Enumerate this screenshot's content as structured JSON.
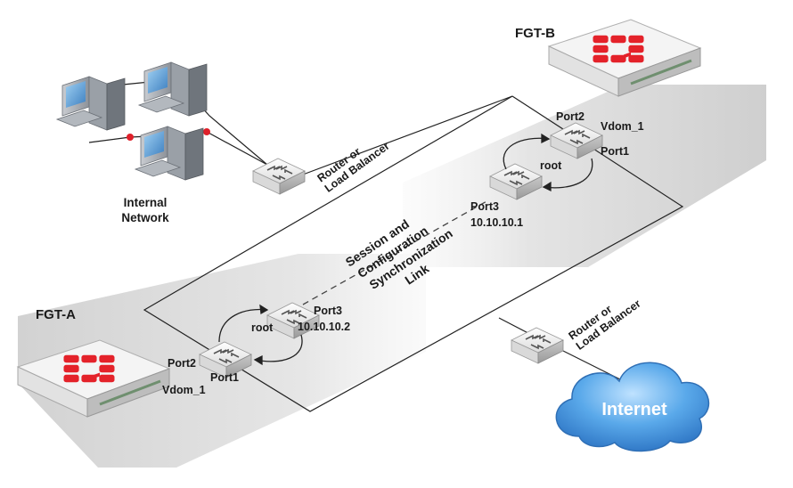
{
  "devices": {
    "fgt_a": {
      "name": "FGT-A"
    },
    "fgt_b": {
      "name": "FGT-B"
    }
  },
  "fgt_a_ports": {
    "port2": "Port2",
    "vdom": "Vdom_1",
    "port1": "Port1",
    "root": "root",
    "port3": "Port3",
    "ip": "10.10.10.2"
  },
  "fgt_b_ports": {
    "port2": "Port2",
    "vdom": "Vdom_1",
    "port1": "Port1",
    "root": "root",
    "port3": "Port3",
    "ip": "10.10.10.1"
  },
  "router_top": {
    "line1": "Router or",
    "line2": "Load Balancer"
  },
  "router_bottom": {
    "line1": "Router or",
    "line2": "Load Balancer"
  },
  "sync_link": {
    "line1": "Session and",
    "line2": "Configuration",
    "line3": "Synchronization",
    "line4": "Link"
  },
  "internal_network": {
    "line1": "Internal",
    "line2": "Network"
  },
  "internet": {
    "label": "Internet"
  },
  "colors": {
    "fortinet_red": "#e4222a",
    "cloud_blue": "#3f8fd8",
    "link_dot": "#e0202a"
  }
}
